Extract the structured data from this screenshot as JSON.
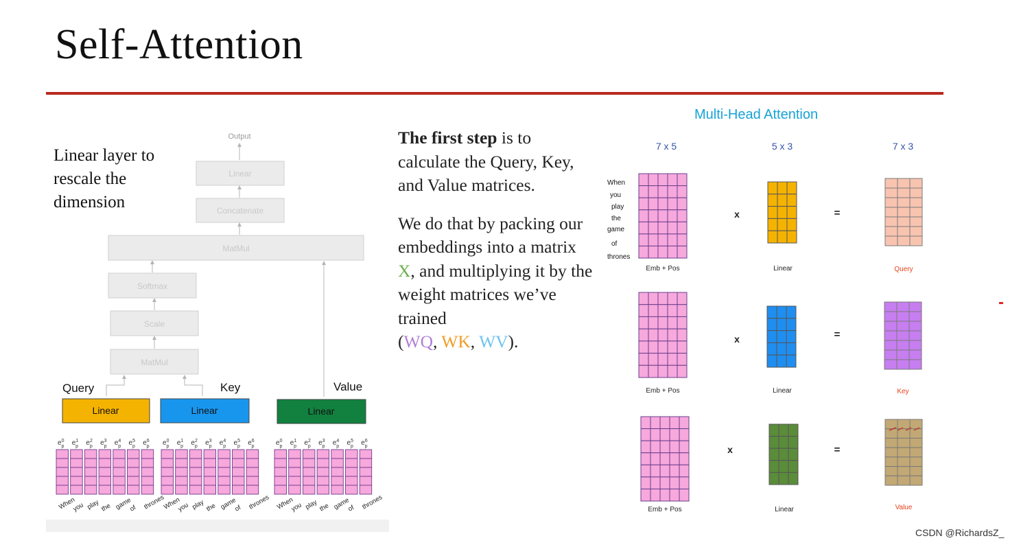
{
  "title": "Self-Attention",
  "note": "Linear layer to rescale the dimension",
  "paragraph": {
    "p1_bold": "The first step",
    "p1_rest": " is to calculate the Query, Key, and Value matrices.",
    "p2_a": "We do that by packing our embeddings into a matrix ",
    "p2_x": "X",
    "p2_b": ", and multiplying it by the weight matrices we’ve trained",
    "p2_open": "(",
    "wq": "WQ",
    "sep1": ", ",
    "wk": "WK",
    "sep2": ", ",
    "wv": "WV",
    "p2_close": ")."
  },
  "left_diagram": {
    "output": "Output",
    "blocks": {
      "linear_top": "Linear",
      "concatenate": "Concatenate",
      "matmul_top": "MatMul",
      "softmax": "Softmax",
      "scale": "Scale",
      "matmul": "MatMul"
    },
    "heads": [
      {
        "label": "Query",
        "linear": "Linear",
        "color": "#f5b301"
      },
      {
        "label": "Key",
        "linear": "Linear",
        "color": "#1896ee"
      },
      {
        "label": "Value",
        "linear": "Linear",
        "color": "#12803f"
      }
    ],
    "embeddings": [
      {
        "base": "e",
        "sup": "0",
        "sub": "p"
      },
      {
        "base": "e",
        "sup": "1",
        "sub": "p"
      },
      {
        "base": "e",
        "sup": "2",
        "sub": "p"
      },
      {
        "base": "e",
        "sup": "3",
        "sub": "p"
      },
      {
        "base": "e",
        "sup": "4",
        "sub": "p"
      },
      {
        "base": "e",
        "sup": "5",
        "sub": "p"
      },
      {
        "base": "e",
        "sup": "6",
        "sub": "p"
      }
    ],
    "words": [
      "When",
      "you",
      "play",
      "the",
      "game",
      "of",
      "thrones"
    ]
  },
  "right_diagram": {
    "title": "Multi-Head Attention",
    "dims": [
      "7 x 5",
      "5 x 3",
      "7 x 3"
    ],
    "words": [
      "When",
      "you",
      "play",
      "the",
      "game",
      "of",
      "thrones"
    ],
    "times": "x",
    "equals": "=",
    "rows": [
      {
        "input_label": "Emb + Pos",
        "weight_label": "Linear",
        "output_label": "Query",
        "weight_color": "#f5b301",
        "output_color": "#f8c4b0"
      },
      {
        "input_label": "Emb + Pos",
        "weight_label": "Linear",
        "output_label": "Key",
        "weight_color": "#1f8ef0",
        "output_color": "#c77ef0"
      },
      {
        "input_label": "Emb + Pos",
        "weight_label": "Linear",
        "output_label": "Value",
        "weight_color": "#5a8c3a",
        "output_color": "#c2a874"
      }
    ],
    "output_label_color": "#e8421b"
  },
  "watermark": "CSDN @RichardsZ_"
}
